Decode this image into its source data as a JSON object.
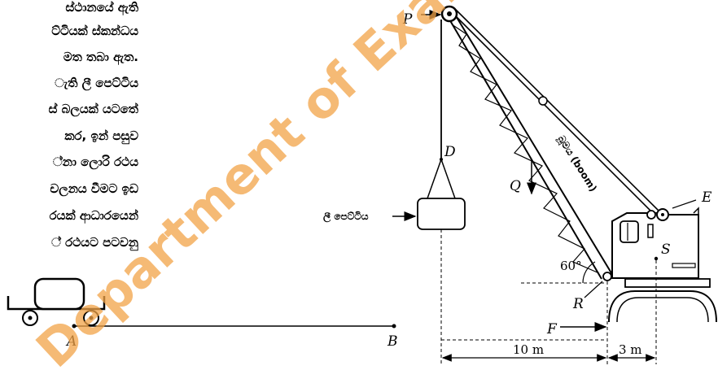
{
  "question_text": {
    "lines": [
      "ස්ථානයේ ඇති",
      "ට්ටියක් ස්කන්ධය",
      "මත තබා ඇත.",
      "ැති ලී පෙට්ටිය",
      "ස් බලයක් යටතේ",
      "කර, ඉන් පසුව",
      "්නා ලොරි රථය",
      "චලනය වීමට ඉඩ",
      "රයක් ආධාරයෙන්",
      "් රථයට පටවනු"
    ]
  },
  "diagram": {
    "labels": {
      "P": "P",
      "D": "D",
      "Q": "Q",
      "E": "E",
      "S": "S",
      "R": "R",
      "F": "F",
      "A": "A",
      "B": "B"
    },
    "box_label": "ලී පෙට්ටිය",
    "boom_label": "බූමය (boom)",
    "angle": "60°",
    "dim_left": "10 m",
    "dim_right": "3 m"
  },
  "watermark": "Department of Examinations"
}
